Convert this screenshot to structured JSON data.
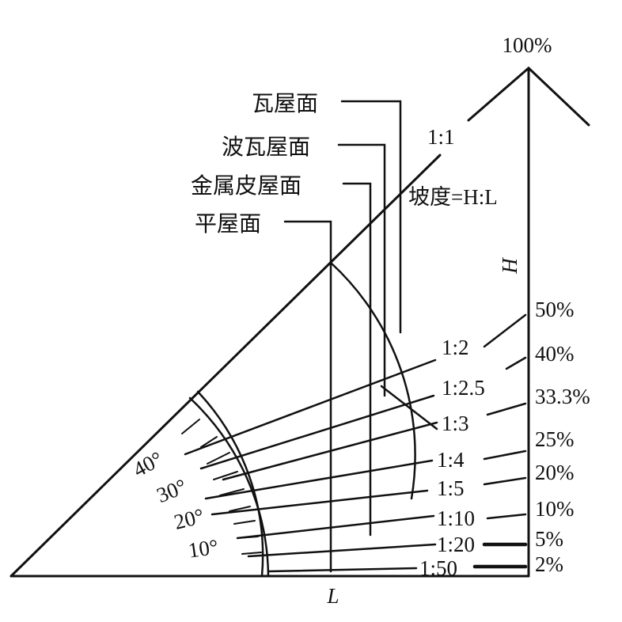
{
  "peak_label": "100%",
  "ratio_label": "1:1",
  "formula": "坡度=H:L",
  "axis": {
    "h": "H",
    "l": "L"
  },
  "roof_types": [
    {
      "id": "tile",
      "label": "瓦屋面"
    },
    {
      "id": "corrugated",
      "label": "波瓦屋面"
    },
    {
      "id": "metal",
      "label": "金属皮屋面"
    },
    {
      "id": "flat",
      "label": "平屋面"
    }
  ],
  "slopes": [
    {
      "id": "s50",
      "ratio": "1:2",
      "percent": "50%",
      "value": 0.5
    },
    {
      "id": "s40",
      "ratio": "1:2.5",
      "percent": "40%",
      "value": 0.4
    },
    {
      "id": "s333",
      "ratio": "1:3",
      "percent": "33.3%",
      "value": 0.333
    },
    {
      "id": "s25",
      "ratio": "1:4",
      "percent": "25%",
      "value": 0.25
    },
    {
      "id": "s20",
      "ratio": "1:5",
      "percent": "20%",
      "value": 0.2
    },
    {
      "id": "s10",
      "ratio": "1:10",
      "percent": "10%",
      "value": 0.1
    },
    {
      "id": "s5",
      "ratio": "1:20",
      "percent": "5%",
      "value": 0.05
    },
    {
      "id": "s2",
      "ratio": "1:50",
      "percent": "2%",
      "value": 0.02
    }
  ],
  "angles": [
    {
      "id": "a40",
      "label": "40°"
    },
    {
      "id": "a30",
      "label": "30°"
    },
    {
      "id": "a20",
      "label": "20°"
    },
    {
      "id": "a10",
      "label": "10°"
    }
  ]
}
